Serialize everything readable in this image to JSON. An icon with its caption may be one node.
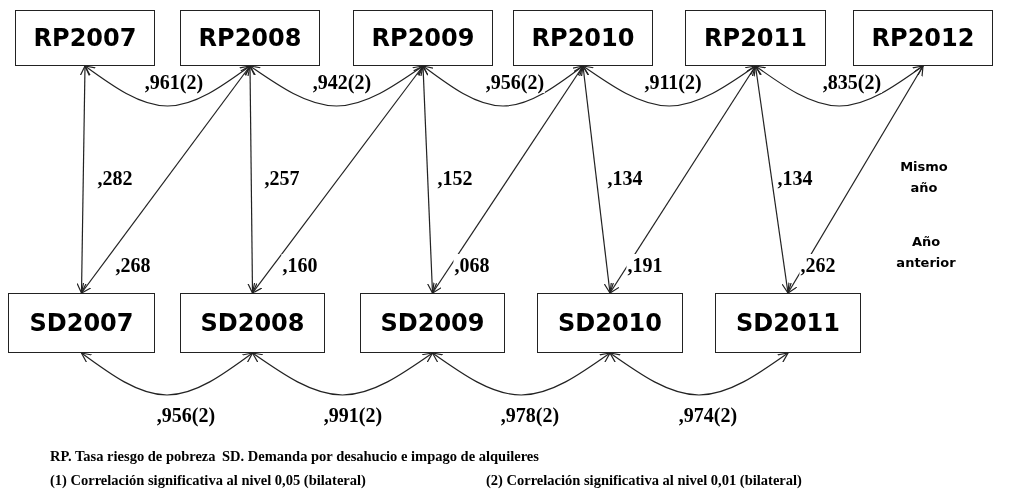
{
  "diagram": {
    "nodes": [
      {
        "text": [
          "RP2007"
        ]
      },
      {
        "text": [
          "RP2008"
        ]
      },
      {
        "text": [
          "RP2009"
        ]
      },
      {
        "text": [
          "RP2010"
        ]
      },
      {
        "text": [
          "RP2011"
        ]
      },
      {
        "text": [
          "RP2012"
        ]
      },
      {
        "text": [
          "SD2007"
        ]
      },
      {
        "text": [
          "SD2008"
        ]
      },
      {
        "text": [
          "SD2009"
        ]
      },
      {
        "text": [
          "SD2010"
        ]
      },
      {
        "text": [
          "SD2011"
        ]
      }
    ],
    "edges": [
      {
        "from": 0,
        "to": 1,
        "arrow": "both",
        "label": ",961(2)"
      },
      {
        "from": 1,
        "to": 2,
        "arrow": "both",
        "label": ",942(2)"
      },
      {
        "from": 2,
        "to": 3,
        "arrow": "both",
        "label": ",956(2)"
      },
      {
        "from": 3,
        "to": 4,
        "arrow": "both",
        "label": ",911(2)"
      },
      {
        "from": 4,
        "to": 5,
        "arrow": "both",
        "label": ",835(2)"
      },
      {
        "from": 0,
        "to": 6,
        "arrow": "both",
        "label": ",282"
      },
      {
        "from": 1,
        "to": 7,
        "arrow": "both",
        "label": ",257"
      },
      {
        "from": 2,
        "to": 8,
        "arrow": "both",
        "label": ",152"
      },
      {
        "from": 3,
        "to": 9,
        "arrow": "both",
        "label": ",134"
      },
      {
        "from": 4,
        "to": 10,
        "arrow": "both",
        "label": ",134"
      },
      {
        "from": 6,
        "to": 1,
        "arrow": "both",
        "label": ",268"
      },
      {
        "from": 7,
        "to": 2,
        "arrow": "both",
        "label": ",160"
      },
      {
        "from": 8,
        "to": 3,
        "arrow": "both",
        "label": ",068"
      },
      {
        "from": 9,
        "to": 4,
        "arrow": "both",
        "label": ",191"
      },
      {
        "from": 10,
        "to": 5,
        "arrow": "both",
        "label": ",262"
      },
      {
        "from": 6,
        "to": 7,
        "arrow": "both",
        "label": ",956(2)"
      },
      {
        "from": 7,
        "to": 8,
        "arrow": "both",
        "label": ",991(2)"
      },
      {
        "from": 8,
        "to": 9,
        "arrow": "both",
        "label": ",978(2)"
      },
      {
        "from": 9,
        "to": 10,
        "arrow": "both",
        "label": ",974(2)"
      }
    ],
    "labels": [
      "Mismo año",
      "Año anterior",
      "RP. Tasa riesgo de pobreza",
      "SD. Demanda por desahucio e impago de alquileres",
      "(1) Correlación significativa al nivel 0,05 (bilateral)",
      "(2) Correlación significativa al nivel 0,01 (bilateral)"
    ]
  }
}
